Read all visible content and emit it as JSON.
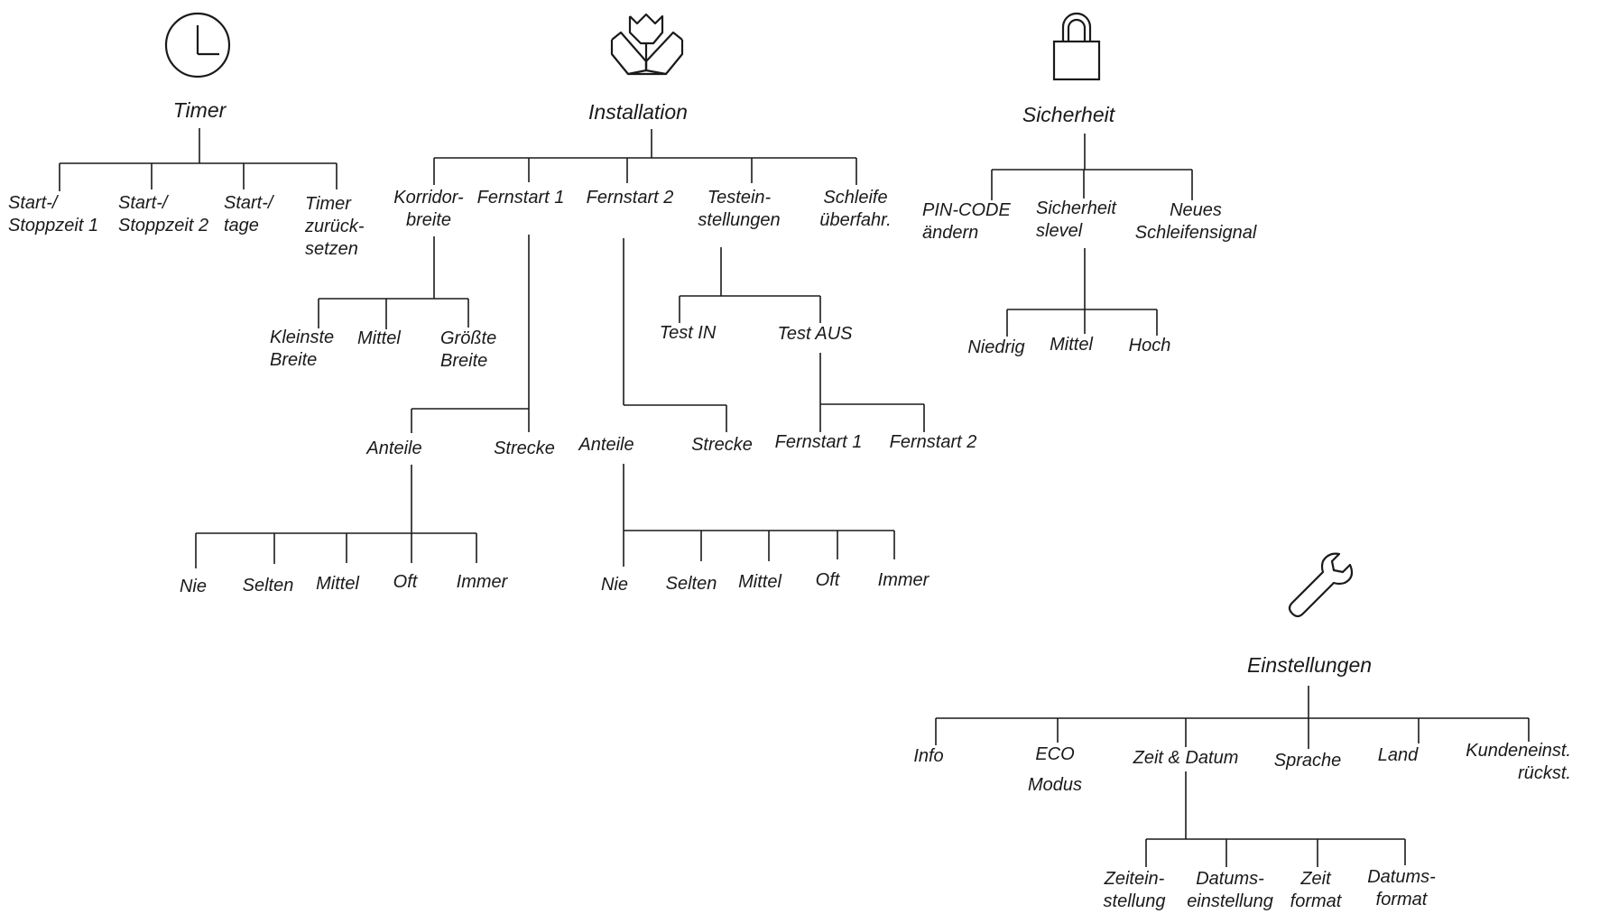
{
  "timer": {
    "icon": "clock-icon",
    "title": "Timer",
    "items": [
      [
        "Start-/",
        "Stoppzeit 1"
      ],
      [
        "Start-/",
        "Stoppzeit 2"
      ],
      [
        "Start-/",
        "tage"
      ],
      [
        "Timer",
        "zurück-",
        "setzen"
      ]
    ]
  },
  "installation": {
    "icon": "tulip-icon",
    "title": "Installation",
    "korridor": {
      "label": [
        "Korridor-",
        "breite"
      ],
      "children": [
        "Kleinste Breite",
        "Mittel",
        "Größte Breite"
      ],
      "children_lines": [
        [
          "Kleinste",
          "Breite"
        ],
        [
          "Mittel"
        ],
        [
          "Größte",
          "Breite"
        ]
      ]
    },
    "fernstart1": {
      "label": "Fernstart 1",
      "children": [
        "Anteile",
        "Strecke"
      ],
      "anteile_children": [
        "Nie",
        "Selten",
        "Mittel",
        "Oft",
        "Immer"
      ]
    },
    "fernstart2": {
      "label": "Fernstart 2",
      "children": [
        "Anteile",
        "Strecke"
      ],
      "anteile_children": [
        "Nie",
        "Selten",
        "Mittel",
        "Oft",
        "Immer"
      ]
    },
    "testeinstellungen": {
      "label": [
        "Testein-",
        "stellungen"
      ],
      "children": [
        "Test IN",
        "Test AUS"
      ],
      "test_aus_children": [
        "Fernstart 1",
        "Fernstart 2"
      ]
    },
    "schleife": {
      "label": [
        "Schleife",
        "überfahr."
      ]
    }
  },
  "sicherheit": {
    "icon": "padlock-icon",
    "title": "Sicherheit",
    "items": [
      [
        "PIN-CODE",
        "ändern"
      ],
      [
        "Sicherheit",
        "slevel"
      ],
      [
        "Neues",
        "Schleifensignal"
      ]
    ],
    "level_children": [
      "Niedrig",
      "Mittel",
      "Hoch"
    ]
  },
  "einstellungen": {
    "icon": "wrench-icon",
    "title": "Einstellungen",
    "items": [
      [
        "Info"
      ],
      [
        "ECO",
        "Modus"
      ],
      [
        "Zeit & Datum"
      ],
      [
        "Sprache"
      ],
      [
        "Land"
      ],
      [
        "Kundeneinst.",
        "rückst."
      ]
    ],
    "zeit_children": [
      [
        "Zeitein-",
        "stellung"
      ],
      [
        "Datums-",
        "einstellung"
      ],
      [
        "Zeit",
        "format"
      ],
      [
        "Datums-",
        "format"
      ]
    ]
  }
}
